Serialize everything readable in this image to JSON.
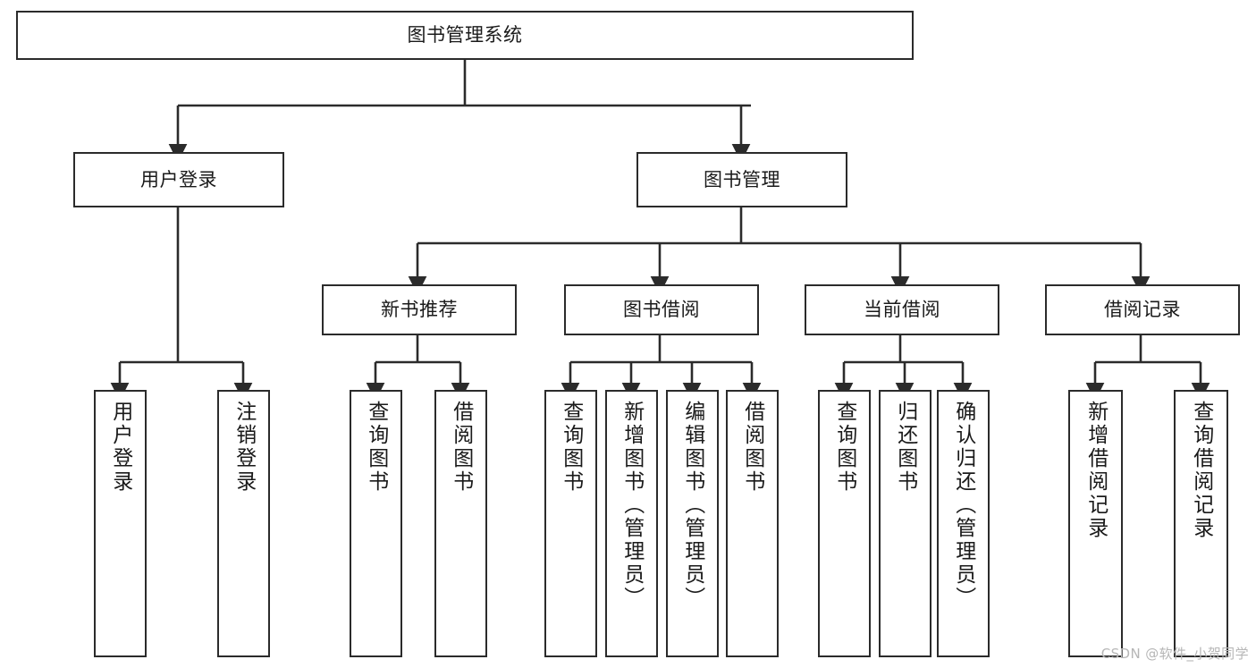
{
  "diagram": {
    "title": "图书管理系统",
    "type": "tree-structure-diagram",
    "stroke_color": "#2b2b2b",
    "fill_color": "#ffffff",
    "nodes": {
      "root": {
        "label": "图书管理系统"
      },
      "level2": [
        {
          "label": "用户登录"
        },
        {
          "label": "图书管理"
        }
      ],
      "level3": [
        {
          "label": "新书推荐"
        },
        {
          "label": "图书借阅"
        },
        {
          "label": "当前借阅"
        },
        {
          "label": "借阅记录"
        }
      ],
      "leaves_user_login": [
        {
          "label": "用户登录"
        },
        {
          "label": "注销登录"
        }
      ],
      "leaves_new_book": [
        {
          "label": "查询图书"
        },
        {
          "label": "借阅图书"
        }
      ],
      "leaves_borrow": [
        {
          "label": "查询图书"
        },
        {
          "label": "新增图书（管理员）"
        },
        {
          "label": "编辑图书（管理员）"
        },
        {
          "label": "借阅图书"
        }
      ],
      "leaves_current": [
        {
          "label": "查询图书"
        },
        {
          "label": "归还图书"
        },
        {
          "label": "确认归还（管理员）"
        }
      ],
      "leaves_record": [
        {
          "label": "新增借阅记录"
        },
        {
          "label": "查询借阅记录"
        }
      ]
    }
  },
  "watermark": {
    "text": "CSDN @软件_小贺同学"
  }
}
